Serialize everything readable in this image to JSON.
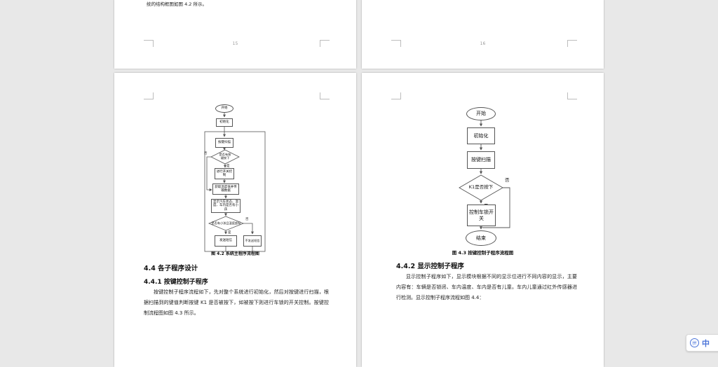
{
  "colors": {
    "canvas_background": "#e8e8e8",
    "page_background": "#ffffff",
    "flowchart_line": "#555555",
    "ime_accent": "#4a73d8"
  },
  "pages": {
    "prev_left": {
      "tail_text": "统的结构框图如图 4.2 所示。",
      "page_number": "15"
    },
    "prev_right": {
      "page_number": "16"
    },
    "main_left": {
      "flowchart": {
        "start": "开始",
        "init": "初始化",
        "key_scan": "按键扫描",
        "decision_key": "是否有按键按下",
        "yes": "是",
        "no": "否",
        "switch_control": "进行开关控制",
        "get_temp": "获取温度值并传输数据",
        "display_status": "显示汽车状态、温度、车内是否有小孩",
        "decision_alarm": "是否有小孩且温度超标",
        "send_sms": "发送短信",
        "no_send_sms": "不发送短信",
        "caption": "图 4.2 系统主程序流程图"
      },
      "heading1": "4.4 各子程序设计",
      "heading2": "4.4.1 按键控制子程序",
      "paragraph": "按键控制子程序流程如下，先对整个系统进行初始化，然后对按键进行扫描，根据扫描到的键值判断按键 K1 是否被按下，如被按下则进行车锁的开关控制。按键控制流程图如图 4.3 所示。"
    },
    "main_right": {
      "flowchart": {
        "start": "开始",
        "init": "初始化",
        "key_scan": "按键扫描",
        "decision": "K1是否按下",
        "yes": "是",
        "no": "否",
        "control_lock": "控制车锁开关",
        "end": "结束",
        "caption": "图 4.3 按键控制子程序流程图"
      },
      "heading": "4.4.2 显示控制子程序",
      "paragraph": "显示控制子程序如下，显示模块根据不同的显示位进行不同内容的显示，主要内容有：车辆是否锁闭、车内温度、车内是否有儿童。车内儿童通过红外传感器进行检测。显示控制子程序流程如图 4.4："
    }
  },
  "ime": {
    "icon_label": "拼",
    "lang_indicator": "中"
  }
}
